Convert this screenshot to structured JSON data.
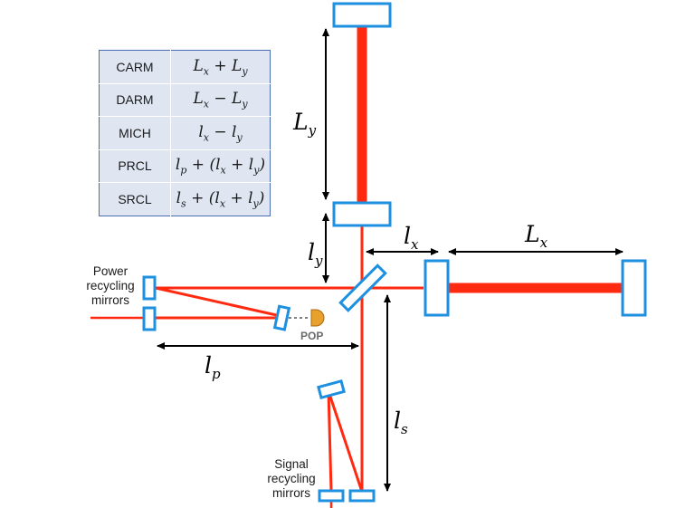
{
  "table": {
    "rows": [
      {
        "name": "CARM",
        "expr": "L_x + L_y"
      },
      {
        "name": "DARM",
        "expr": "L_x − L_y"
      },
      {
        "name": "MICH",
        "expr": "l_x − l_y"
      },
      {
        "name": "PRCL",
        "expr": "l_p + (l_x + l_y)"
      },
      {
        "name": "SRCL",
        "expr": "l_s + (l_x + l_y)"
      }
    ]
  },
  "labels": {
    "power_recycling": "Power recycling mirrors",
    "signal_recycling": "Signal recycling mirrors",
    "pop": "POP"
  },
  "lengths": {
    "Ly": "L_y",
    "Lx": "L_x",
    "ly": "l_y",
    "lx": "l_x",
    "lp": "l_p",
    "ls": "l_s"
  },
  "colors": {
    "beam": "#ff2a10",
    "mirror_border": "#1e90e0",
    "table_border": "#4a6db3",
    "table_fill": "#dfe6f2",
    "photodiode": "#e8a12c"
  }
}
